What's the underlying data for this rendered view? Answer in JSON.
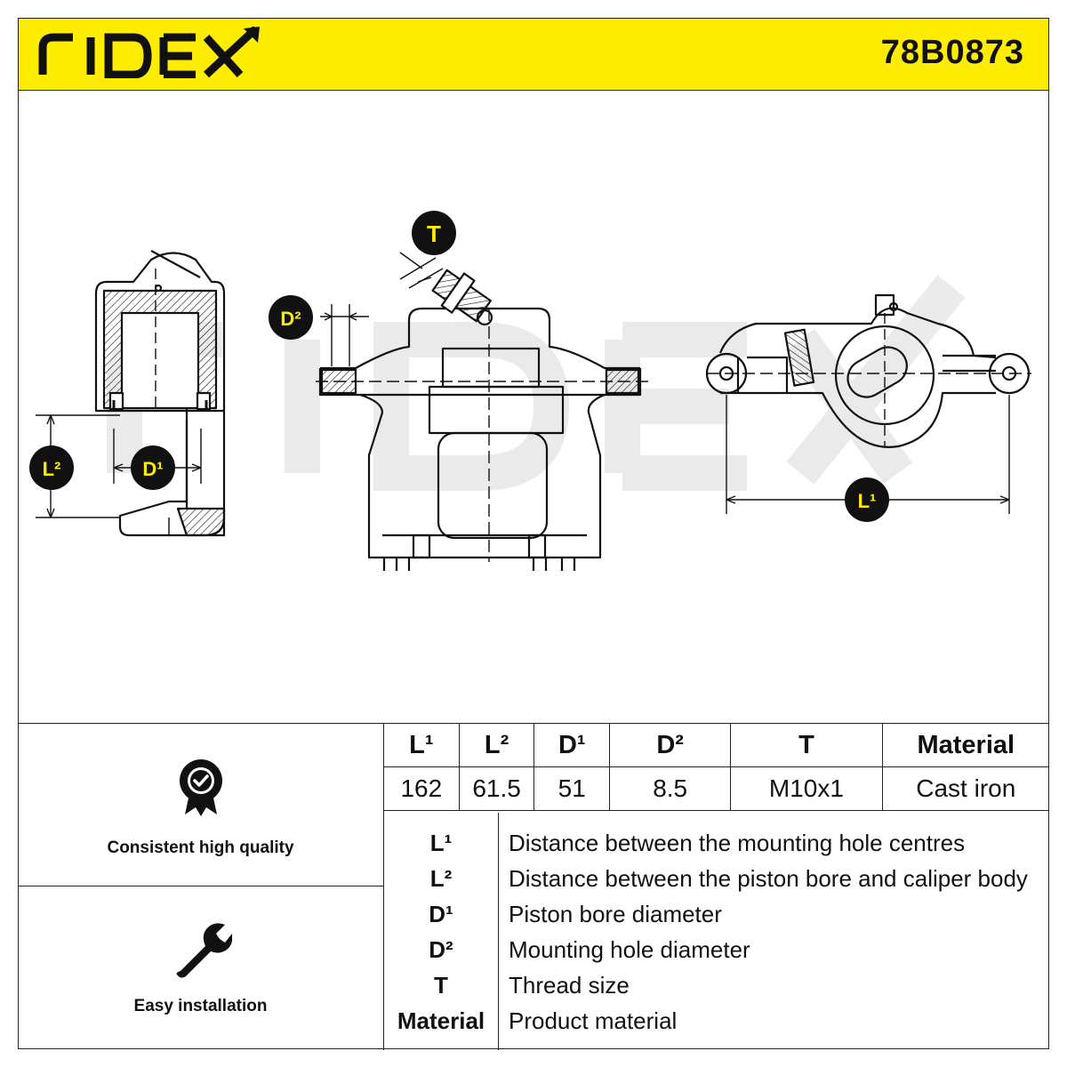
{
  "header": {
    "brand": "RIDEX",
    "part_number": "78B0873"
  },
  "colors": {
    "accent": "#ffed00",
    "ink": "#111111"
  },
  "diagram": {
    "labels": {
      "t": "T",
      "d2": "D²",
      "l2": "L²",
      "d1": "D¹",
      "l1": "L¹"
    }
  },
  "features": [
    {
      "icon": "quality-badge-icon",
      "label": "Consistent high quality"
    },
    {
      "icon": "wrench-icon",
      "label": "Easy installation"
    }
  ],
  "specs": {
    "headers": [
      "L¹",
      "L²",
      "D¹",
      "D²",
      "T",
      "Material"
    ],
    "values": [
      "162",
      "61.5",
      "51",
      "8.5",
      "M10x1",
      "Cast iron"
    ]
  },
  "legend": [
    {
      "code": "L¹",
      "desc": "Distance between the mounting hole centres"
    },
    {
      "code": "L²",
      "desc": "Distance between the piston bore and caliper body"
    },
    {
      "code": "D¹",
      "desc": "Piston bore diameter"
    },
    {
      "code": "D²",
      "desc": "Mounting hole diameter"
    },
    {
      "code": "T",
      "desc": "Thread size"
    },
    {
      "code": "Material",
      "desc": "Product material"
    }
  ]
}
